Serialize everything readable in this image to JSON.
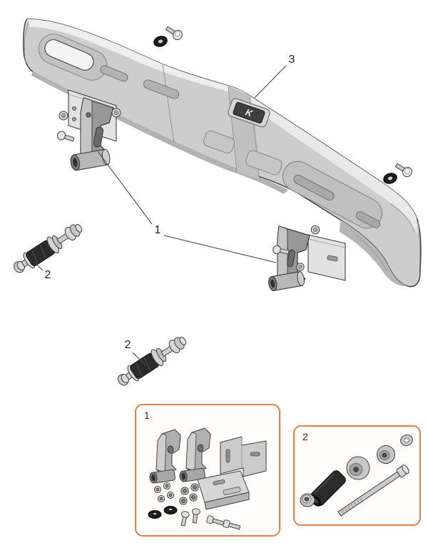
{
  "diagram": {
    "logo_text": "K",
    "callouts": {
      "beam": {
        "label": "3"
      },
      "brackets": {
        "label": "1"
      },
      "bolt_left": {
        "label": "2"
      },
      "bolt_middle": {
        "label": "2"
      }
    },
    "kit_boxes": [
      {
        "label": "1"
      },
      {
        "label": "2"
      }
    ],
    "colors": {
      "accent_orange": "#e0823f",
      "outline": "#3f3f3f",
      "metal_light": "#ececec",
      "metal_mid": "#c9c9c9",
      "metal_dark": "#9e9e9e",
      "rubber_black": "#2b2b2b"
    }
  }
}
